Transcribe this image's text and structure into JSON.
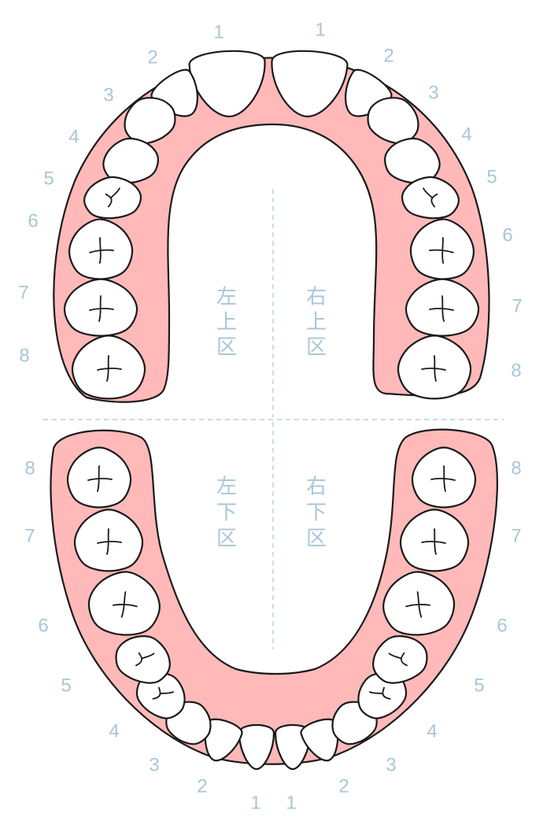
{
  "quadrants": {
    "upper_left": [
      "左",
      "上",
      "区"
    ],
    "upper_right": [
      "右",
      "上",
      "区"
    ],
    "lower_left": [
      "左",
      "下",
      "区"
    ],
    "lower_right": [
      "右",
      "下",
      "区"
    ]
  },
  "tooth_numbers": {
    "upper_left": [
      "1",
      "2",
      "3",
      "4",
      "5",
      "6",
      "7",
      "8"
    ],
    "upper_right": [
      "1",
      "2",
      "3",
      "4",
      "5",
      "6",
      "7",
      "8"
    ],
    "lower_left": [
      "1",
      "2",
      "3",
      "4",
      "5",
      "6",
      "7",
      "8"
    ],
    "lower_right": [
      "1",
      "2",
      "3",
      "4",
      "5",
      "6",
      "7",
      "8"
    ]
  },
  "colors": {
    "gum": "#ffb9b9",
    "outline": "#1a1a1a",
    "label": "#a9c6d6",
    "divider": "#b9cdd9"
  }
}
